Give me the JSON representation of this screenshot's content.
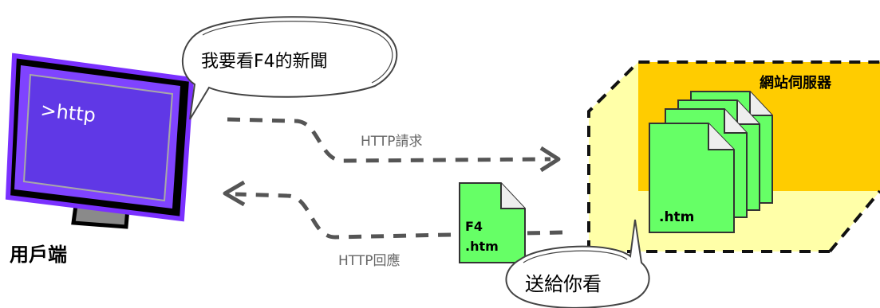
{
  "client": {
    "screen_text": ">http",
    "label": "用戶端",
    "speech": "我要看F4的新聞"
  },
  "server": {
    "label": "網站伺服器",
    "file_label": ".htm"
  },
  "request": {
    "label": "HTTP請求"
  },
  "response": {
    "label": "HTTP回應",
    "file_line1": "F4",
    "file_line2": ".htm",
    "speech": "送給你看"
  },
  "colors": {
    "monitor_frame": "#000000",
    "monitor_border": "#8a3cff",
    "monitor_screen": "#6a3cf0",
    "server_front": "#ffffa0",
    "server_back": "#ffcc00",
    "file_green": "#66ff66",
    "arrow_gray": "#555555"
  }
}
